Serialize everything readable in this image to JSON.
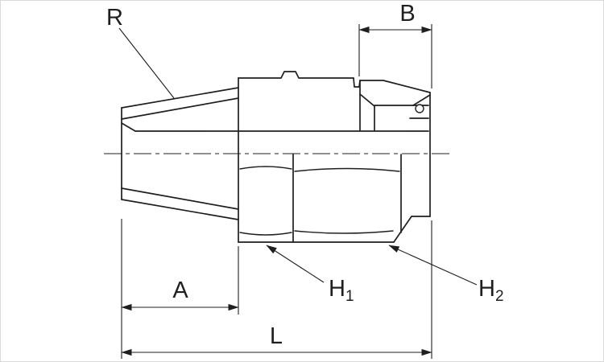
{
  "diagram": {
    "title": "compression-fitting-dimension-drawing",
    "colors": {
      "background": "#ffffff",
      "line": "#1f1f1f",
      "text": "#1f1f1f"
    },
    "labels": {
      "r": "R",
      "b": "B",
      "a": "A",
      "l": "L",
      "h1_base": "H",
      "h1_sub": "1",
      "h2_base": "H",
      "h2_sub": "2"
    }
  }
}
